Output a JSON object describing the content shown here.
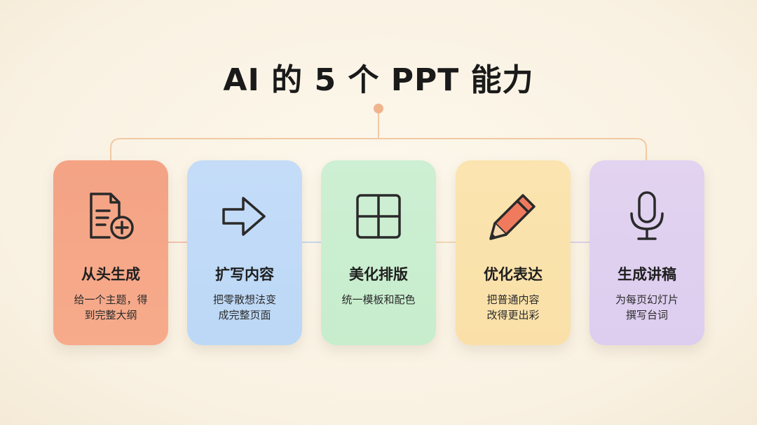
{
  "title": "AI 的 5 个 PPT 能力",
  "colors": {
    "connector": "#f2c9a3",
    "node": "#f0b48e",
    "icon_stroke": "#2a2a2a",
    "pencil_accent": "#f07a5d"
  },
  "cards": [
    {
      "label": "从头生成",
      "desc_line1": "给一个主题，得",
      "desc_line2": "到完整大纲",
      "icon": "document-plus-icon",
      "color": "#f4a385"
    },
    {
      "label": "扩写内容",
      "desc_line1": "把零散想法变",
      "desc_line2": "成完整页面",
      "icon": "arrow-right-icon",
      "color": "#c4dcf8"
    },
    {
      "label": "美化排版",
      "desc_line1": "统一模板和配色",
      "desc_line2": "",
      "icon": "grid-layout-icon",
      "color": "#cdefd3"
    },
    {
      "label": "优化表达",
      "desc_line1": "把普通内容",
      "desc_line2": "改得更出彩",
      "icon": "pencil-icon",
      "color": "#fbe4b0"
    },
    {
      "label": "生成讲稿",
      "desc_line1": "为每页幻灯片",
      "desc_line2": "撰写台词",
      "icon": "microphone-icon",
      "color": "#e2d3f0"
    }
  ]
}
